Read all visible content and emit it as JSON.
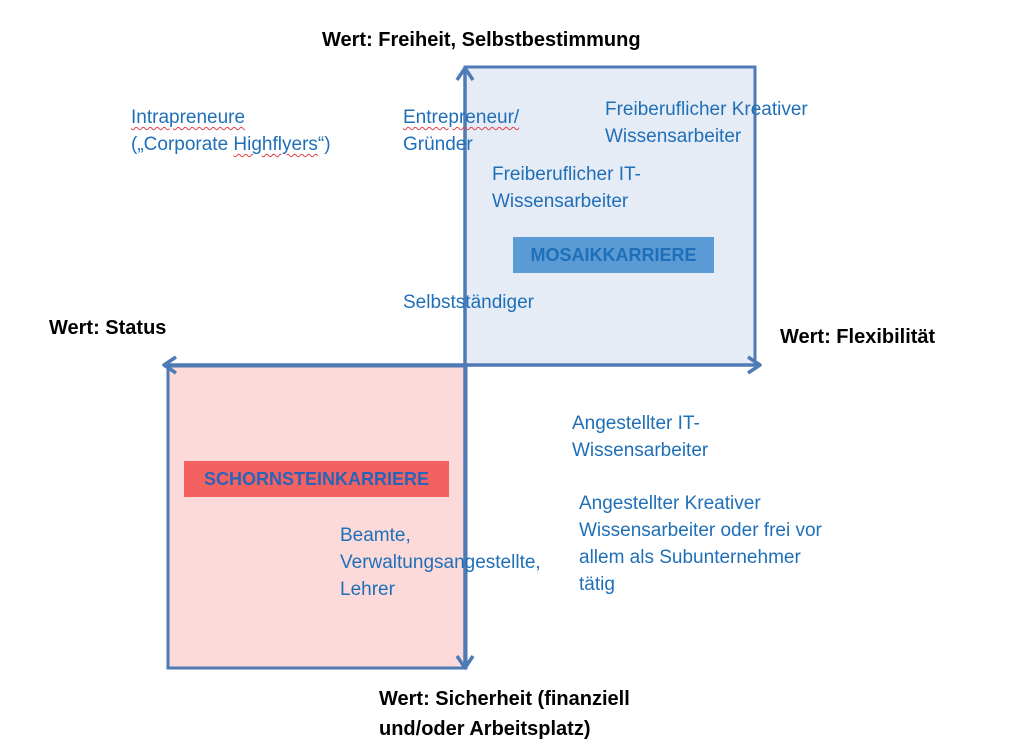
{
  "colors": {
    "arrow": "#4e7ab5",
    "label_text": "#1f6fb8",
    "mosaik_fill": "#e6ecf6",
    "schornstein_fill": "#fddada",
    "mosaik_badge": "#5b9bd5",
    "schornstein_badge": "#f36161"
  },
  "axes": {
    "top": "Wert: Freiheit, Selbstbestimmung",
    "left": "Wert: Status",
    "right": "Wert: Flexibilität",
    "bottom": "Wert: Sicherheit (finanziell\nund/oder Arbeitsplatz)"
  },
  "boxes": {
    "mosaik": "MOSAIKKARRIERE",
    "schornstein": "SCHORNSTEINKARRIERE"
  },
  "labels": {
    "intrapreneure_1": "Intrapreneure",
    "intrapreneure_2a": "(„Corporate ",
    "intrapreneure_2b": "Highflyers",
    "intrapreneure_2c": "“)",
    "entrepreneur_1": "Entrepreneur/",
    "entrepreneur_2": "Gründer",
    "freiberufler_kreativ": "Freiberuflicher Kreativer\nWissensarbeiter",
    "freiberufler_it": "Freiberuflicher IT-\nWissensarbeiter",
    "selbststaendiger": "Selbstständiger",
    "angestellter_it": "Angestellter IT-\nWissensarbeiter",
    "angestellter_kreativ": "Angestellter Kreativer\nWissensarbeiter oder frei vor\nallem als Subunternehmer\ntätig",
    "beamte": "Beamte,\nVerwaltungsangestellte,\nLehrer"
  }
}
